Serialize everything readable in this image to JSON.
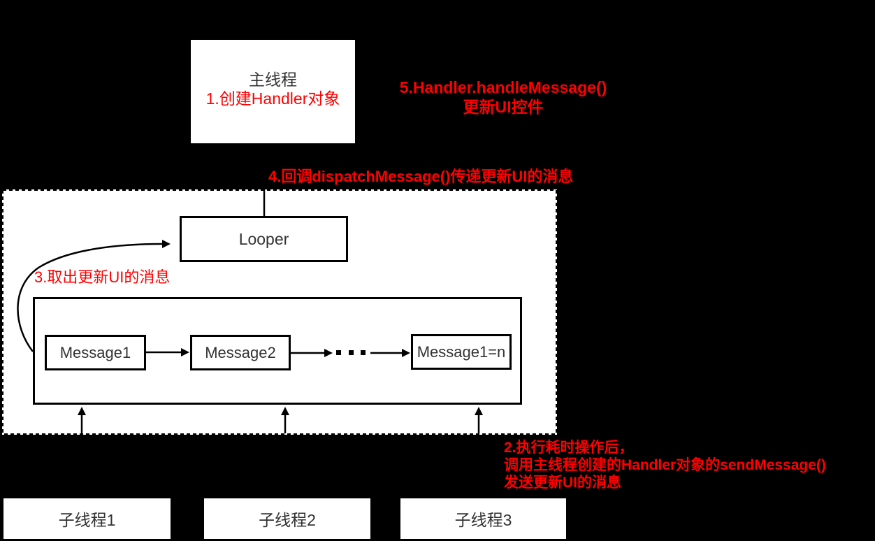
{
  "colors": {
    "background": "#000000",
    "accent_red": "#ff0000",
    "ink": "#333333",
    "line": "#000000"
  },
  "main_thread": {
    "title": "主线程",
    "note": "1.创建Handler对象"
  },
  "annotations": {
    "step5_line1": "5.Handler.handleMessage()",
    "step5_line2": "更新UI控件",
    "step4": "4.回调dispatchMessage()传递更新UI的消息",
    "step3": "3.取出更新UI的消息",
    "step2_line1": "2.执行耗时操作后，",
    "step2_line2": "调用主线程创建的Handler对象的sendMessage()",
    "step2_line3": "发送更新UI的消息"
  },
  "looper": {
    "label": "Looper"
  },
  "message_queue": {
    "items": [
      "Message1",
      "Message2",
      "Message1=n"
    ],
    "ellipsis": ". . ."
  },
  "threads": [
    {
      "label": "子线程1"
    },
    {
      "label": "子线程2"
    },
    {
      "label": "子线程3"
    }
  ]
}
